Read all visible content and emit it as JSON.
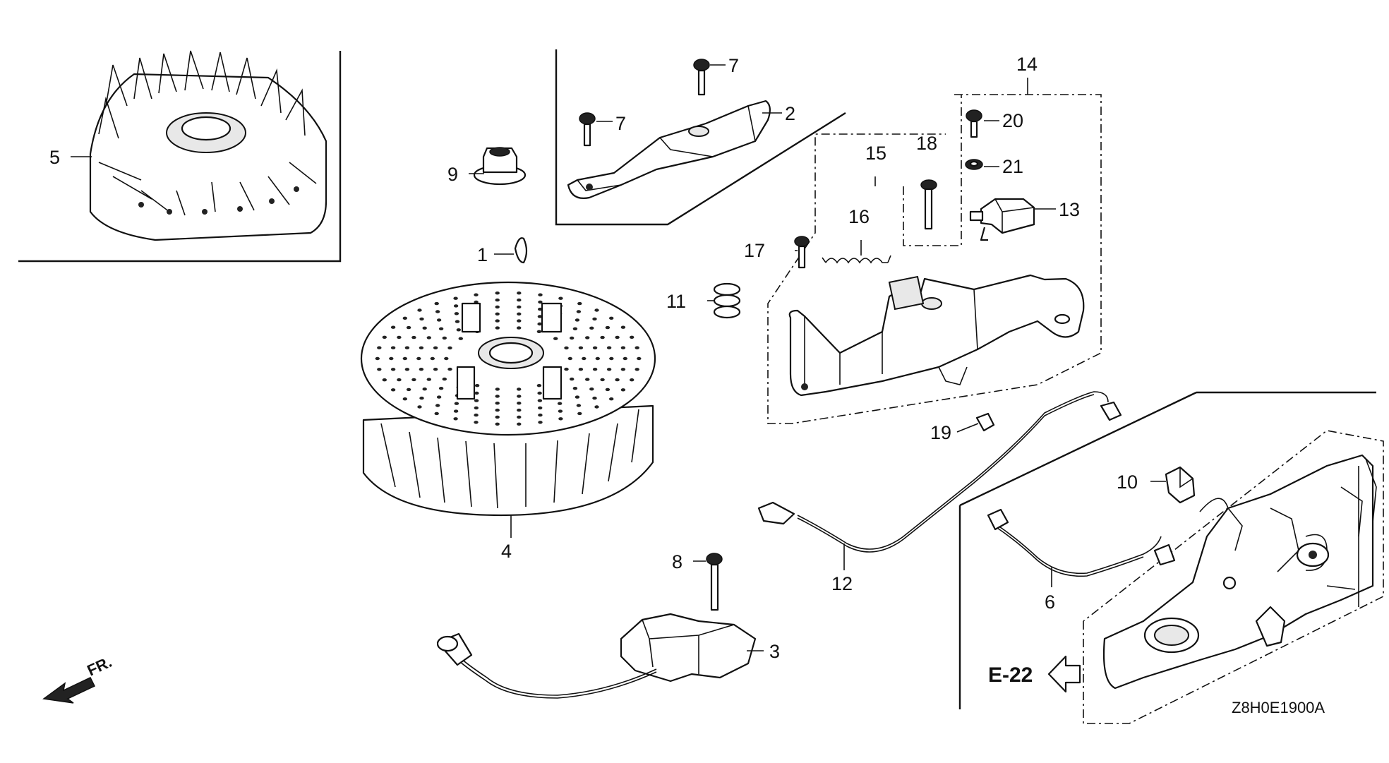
{
  "callouts": {
    "c1": "1",
    "c2": "2",
    "c3": "3",
    "c4": "4",
    "c5": "5",
    "c6": "6",
    "c7a": "7",
    "c7b": "7",
    "c8": "8",
    "c9": "9",
    "c10": "10",
    "c11": "11",
    "c12": "12",
    "c13": "13",
    "c14": "14",
    "c15": "15",
    "c16": "16",
    "c17": "17",
    "c18": "18",
    "c19": "19",
    "c20": "20",
    "c21": "21"
  },
  "reference": {
    "section": "E-22",
    "code": "Z8H0E1900A"
  },
  "orientation": {
    "front_label": "FR."
  }
}
